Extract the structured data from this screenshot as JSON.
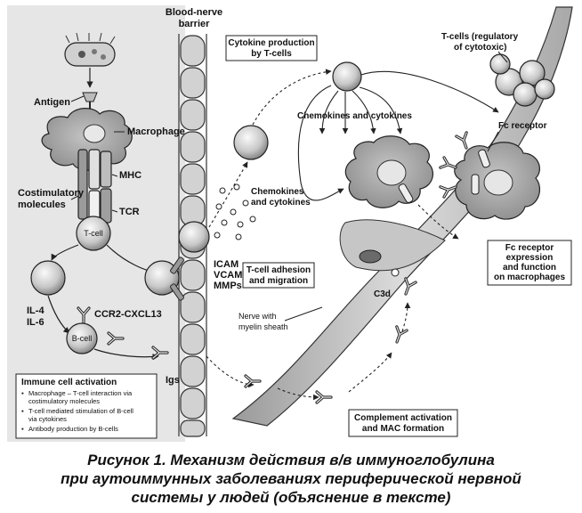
{
  "labels": {
    "barrier": [
      "Blood-nerve",
      "barrier"
    ],
    "antigen": "Antigen",
    "macrophage": "Macrophage",
    "mhc": "MHC",
    "tcr": "TCR",
    "costimulatory": [
      "Costimulatory",
      "molecules"
    ],
    "tcell": "T-cell",
    "il": [
      "IL-4",
      "IL-6"
    ],
    "ccr2": "CCR2-CXCL13",
    "bcell": "B-cell",
    "igs": "Igs",
    "icam": [
      "ICAM",
      "VCAM",
      "MMPs"
    ],
    "chemo_left": [
      "Chemokines",
      "and cytokines"
    ],
    "chemo_top": "Chemokines and cytokines",
    "tregs": [
      "T-cells (regulatory",
      "of cytotoxic)"
    ],
    "fc_receptor": "Fc receptor",
    "c3d": "C3d",
    "nerve": [
      "Nerve with",
      "myelin sheath"
    ]
  },
  "boxes": {
    "cytokine": [
      "Cytokine production",
      "by T-cells"
    ],
    "adhesion": [
      "T-cell adhesion",
      "and migration"
    ],
    "fc_expression": [
      "Fc receptor",
      "expression",
      "and function",
      "on macrophages"
    ],
    "complement": [
      "Complement  activation",
      "and MAC formation"
    ]
  },
  "immune_box": {
    "title": "Immune cell activation",
    "items": [
      [
        "Macrophage – T-cell interaction via",
        "costimulatory molecules"
      ],
      [
        "T-cell mediated stimulation of B-cell",
        "via cytokines"
      ],
      [
        "Antibody production by B-cells"
      ]
    ]
  },
  "caption": [
    "Рисунок 1. Механизм действия в/в иммуноглобулина",
    "при аутоиммунных заболеваниях периферической нервной",
    "системы у людей (объяснение в тексте)"
  ]
}
